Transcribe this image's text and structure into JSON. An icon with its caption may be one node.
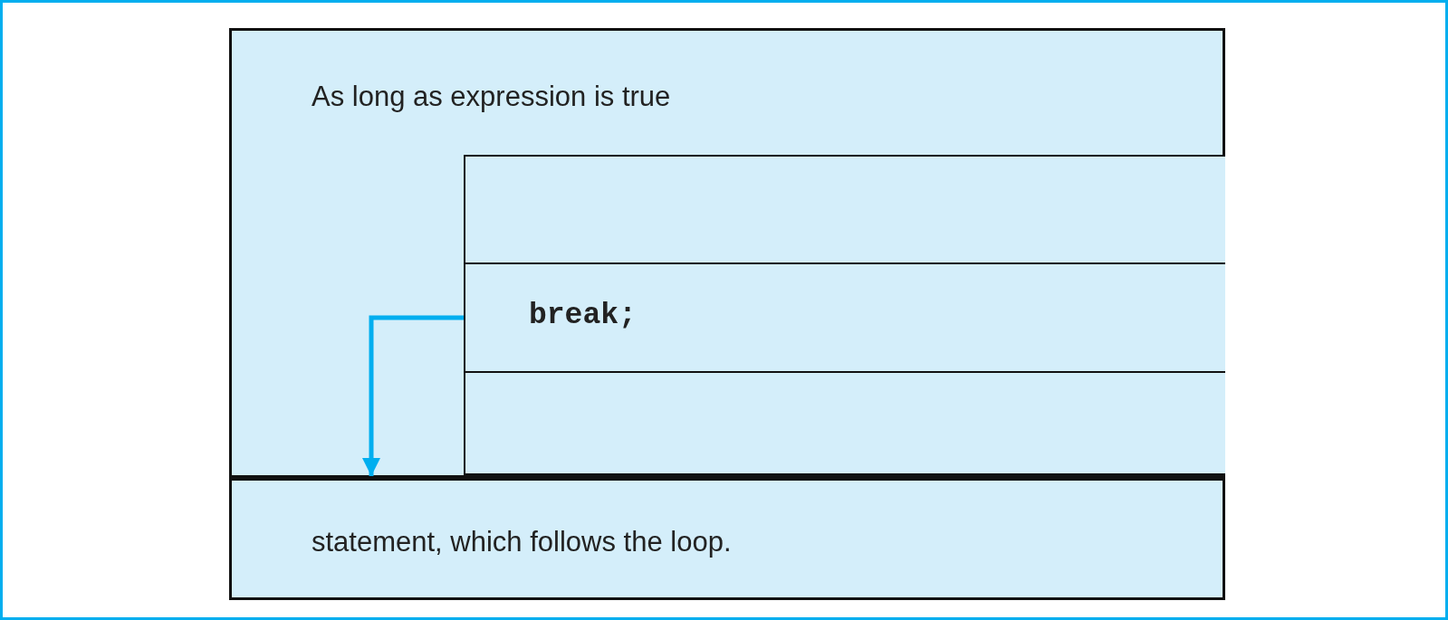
{
  "diagram": {
    "nodes": [
      {
        "text": [
          "As long as expression is true"
        ]
      },
      {
        "text": [],
        "shape": "box",
        "in": 0
      },
      {
        "text": [
          "break;"
        ],
        "in": 0
      },
      {
        "text": [],
        "shape": "box",
        "in": 0
      },
      {
        "text": [
          "statement, which follows the loop."
        ]
      }
    ],
    "edges": [
      {
        "from": 2,
        "to": 4,
        "arrow": "to",
        "color": "#00aeef"
      }
    ]
  }
}
